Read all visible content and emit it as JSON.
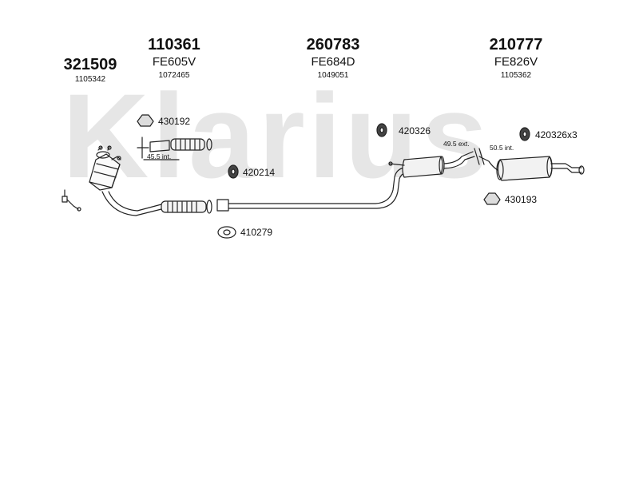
{
  "watermark": "Klarius",
  "parts": [
    {
      "number": "321509",
      "code": "",
      "ref": "1105342"
    },
    {
      "number": "110361",
      "code": "FE605V",
      "ref": "1072465"
    },
    {
      "number": "260783",
      "code": "FE684D",
      "ref": "1049051"
    },
    {
      "number": "210777",
      "code": "FE826V",
      "ref": "1105362"
    }
  ],
  "fittings": {
    "f430192": "430192",
    "f420214": "420214",
    "f410279": "410279",
    "f420326": "420326",
    "f420326x3": "420326x3",
    "f430193": "430193"
  },
  "dimensions": {
    "d455": "45.5 int.",
    "d495": "49.5 ext.",
    "d505": "50.5 int."
  }
}
